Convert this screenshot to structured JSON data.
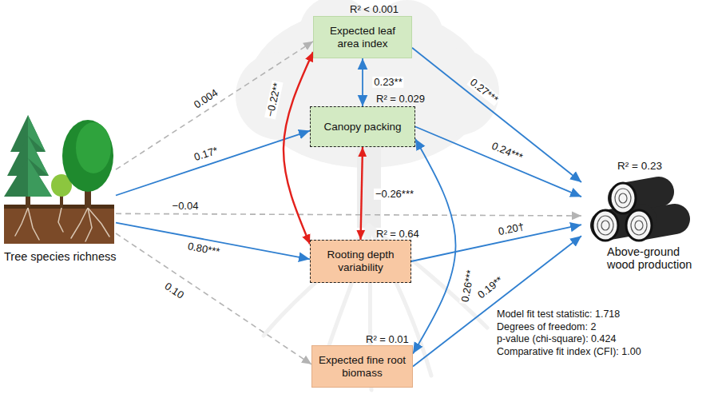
{
  "diagram": {
    "nodes": [
      {
        "text": [
          "Tree species richness"
        ]
      },
      {
        "text": [
          "R² < 0.001",
          "Expected leaf area index"
        ]
      },
      {
        "text": [
          "R² = 0.029",
          "Canopy packing"
        ]
      },
      {
        "text": [
          "R² = 0.64",
          "Rooting depth variability"
        ]
      },
      {
        "text": [
          "R² = 0.01",
          "Expected fine root biomass"
        ]
      },
      {
        "text": [
          "R² = 0.23",
          "Above-ground wood production"
        ]
      }
    ],
    "edges": [
      {
        "from": 0,
        "to": 1,
        "label": "0.004",
        "arrow": "to"
      },
      {
        "from": 0,
        "to": 2,
        "label": "0.17*",
        "arrow": "to"
      },
      {
        "from": 0,
        "to": 5,
        "label": "−0.04",
        "arrow": "to"
      },
      {
        "from": 0,
        "to": 3,
        "label": "0.80***",
        "arrow": "to"
      },
      {
        "from": 0,
        "to": 4,
        "label": "0.10",
        "arrow": "to"
      },
      {
        "from": 1,
        "to": 3,
        "label": "−0.22**",
        "arrow": "both"
      },
      {
        "from": 1,
        "to": 2,
        "label": "0.23**",
        "arrow": "both"
      },
      {
        "from": 2,
        "to": 3,
        "label": "−0.26***",
        "arrow": "both"
      },
      {
        "from": 2,
        "to": 4,
        "label": "0.26***",
        "arrow": "both"
      },
      {
        "from": 1,
        "to": 5,
        "label": "0.27***",
        "arrow": "to"
      },
      {
        "from": 2,
        "to": 5,
        "label": "0.24***",
        "arrow": "to"
      },
      {
        "from": 3,
        "to": 5,
        "label": "0.20†",
        "arrow": "to"
      },
      {
        "from": 4,
        "to": 5,
        "label": "0.19**",
        "arrow": "to"
      }
    ],
    "labels": [
      "Model fit test statistic: 1.718",
      "Degrees of freedom: 2",
      "p-value (chi-square): 0.424",
      "Comparative fit index (CFI): 1.00"
    ]
  }
}
